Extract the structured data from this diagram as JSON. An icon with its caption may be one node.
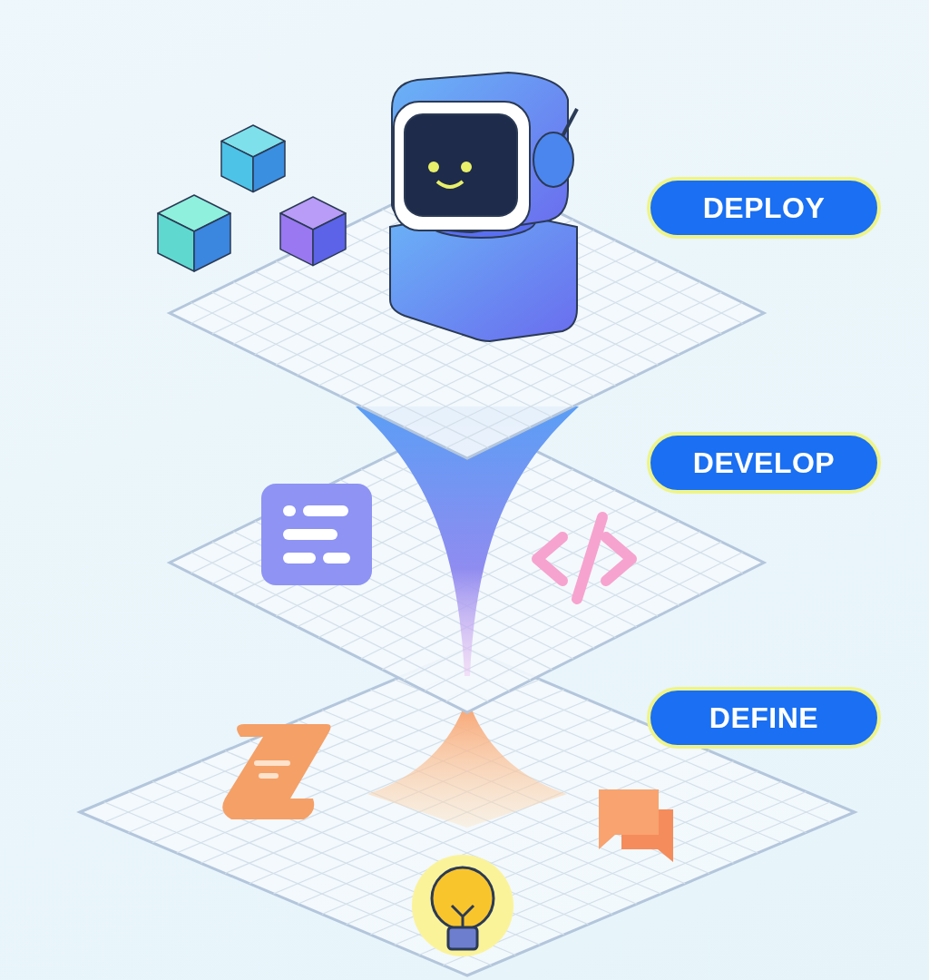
{
  "diagram": {
    "nodes": [
      {
        "text": [
          "DEPLOY"
        ]
      },
      {
        "text": [
          "DEVELOP"
        ]
      },
      {
        "text": [
          "DEFINE"
        ]
      }
    ]
  }
}
